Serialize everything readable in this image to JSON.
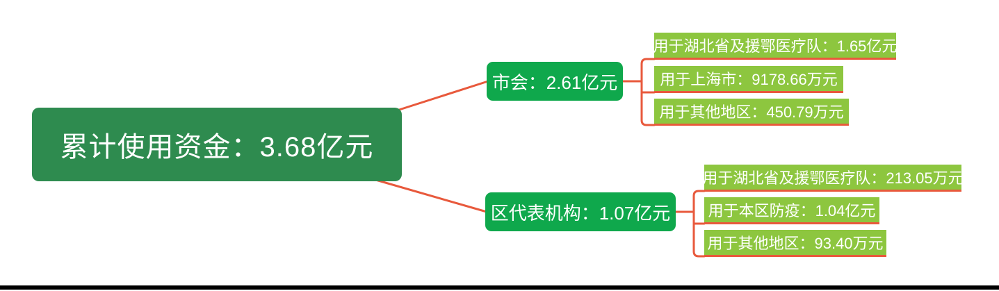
{
  "diagram": {
    "root": {
      "label": "累计使用资金：3.68亿元"
    },
    "branches": [
      {
        "label": "市会：2.61亿元",
        "children": [
          {
            "label": "用于湖北省及援鄂医疗队：1.65亿元"
          },
          {
            "label": "用于上海市：9178.66万元"
          },
          {
            "label": "用于其他地区：450.79万元"
          }
        ]
      },
      {
        "label": "区代表机构：1.07亿元",
        "children": [
          {
            "label": "用于湖北省及援鄂医疗队：213.05万元"
          },
          {
            "label": "用于本区防疫：1.04亿元"
          },
          {
            "label": "用于其他地区：93.40万元"
          }
        ]
      }
    ],
    "colors": {
      "root_bg": "#2e8b4f",
      "branch_bg": "#0fa84c",
      "leaf_bg": "#8dc63f",
      "connector": "#e8593c",
      "text": "#ffffff",
      "bottom_bar": "#000000"
    }
  }
}
